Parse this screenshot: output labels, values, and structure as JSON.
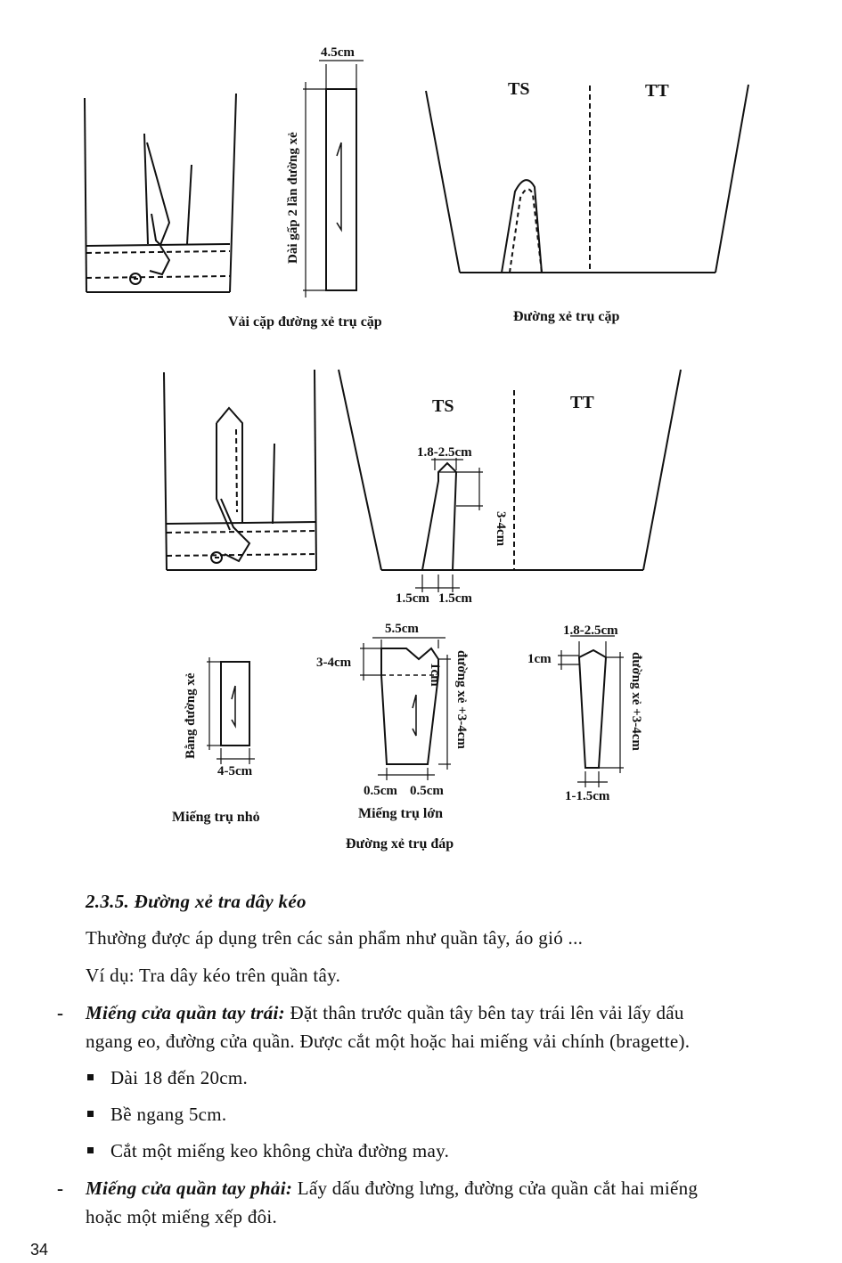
{
  "figure_labels": {
    "top_strip_width": "4.5cm",
    "top_strip_length": "Dài gấp 2 lần đường xẻ",
    "ts_top": "TS",
    "tt_top": "TT",
    "cap_top_left": "Vải cặp đường xẻ trụ cặp",
    "cap_top_right": "Đường xẻ trụ cặp",
    "ts_mid": "TS",
    "tt_mid": "TT",
    "dim_mid_top": "1.8-2.5cm",
    "dim_mid_side": "3-4cm",
    "dim_mid_b1": "1.5cm",
    "dim_mid_b2": "1.5cm",
    "small_len": "Bằng đường xẻ",
    "small_w": "4-5cm",
    "big_top": "5.5cm",
    "big_left": "3-4cm",
    "big_inner": "1cm",
    "big_right": "đường xẻ +3-4cm",
    "big_b1": "0.5cm",
    "big_b2": "0.5cm",
    "r_top": "1.8-2.5cm",
    "r_left": "1cm",
    "r_right": "đường xẻ +3-4cm",
    "r_bottom": "1-1.5cm",
    "cap_small": "Miếng trụ nhỏ",
    "cap_big": "Miếng trụ lớn",
    "cap_bottom": "Đường xẻ trụ đáp"
  },
  "text": {
    "heading": "2.3.5. Đường xẻ tra dây kéo",
    "p1": "Thường được áp dụng trên các sản phẩm như quần tây, áo gió ...",
    "p2": "Ví dụ: Tra dây kéo trên quần tây.",
    "dash1": "-",
    "b1_title": "Miếng cửa quần tay trái:",
    "b1_rest": " Đặt thân trước quần tây bên tay trái lên vải lấy dấu",
    "b1_line2": "ngang eo, đường cửa quần. Được cắt một hoặc hai miếng vải chính (bragette).",
    "s1": "Dài 18 đến 20cm.",
    "s2": "Bề ngang 5cm.",
    "s3": "Cắt một miếng keo không chừa đường may.",
    "dash2": "-",
    "b2_title": "Miếng cửa quần tay phải:",
    "b2_rest": " Lấy dấu đường lưng, đường cửa quần cắt hai miếng",
    "b2_line2": "hoặc một miếng xếp đôi."
  },
  "page_number": "34"
}
